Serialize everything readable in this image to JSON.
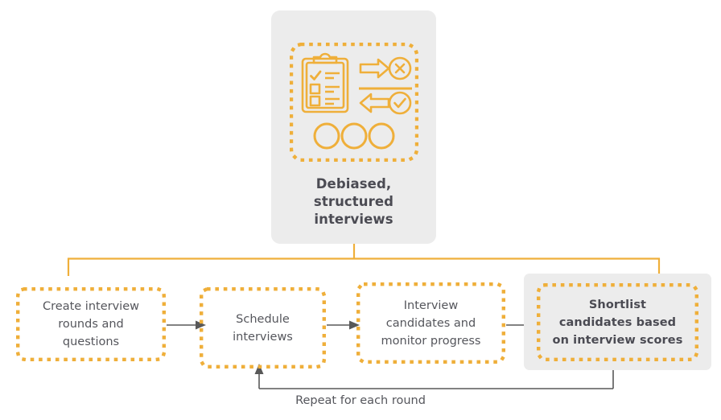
{
  "palette": {
    "orange": "#efaf3a",
    "gray_fill": "#ececec",
    "text_dark": "#4b4b53",
    "text_body": "#55565c",
    "arrow_gray": "#585858",
    "page_bg": "#ffffff"
  },
  "hero": {
    "caption_lines": [
      "Debiased,",
      "structured",
      "interviews"
    ],
    "caption_text": "Debiased, structured interviews",
    "icons": [
      "clipboard-checklist-icon",
      "right-arrow-reject-icon",
      "left-arrow-approve-icon",
      "three-circles-icon"
    ]
  },
  "process": {
    "steps": [
      {
        "id": "create-rounds",
        "lines": [
          "Create interview",
          "rounds and",
          "questions"
        ],
        "text": "Create interview rounds and questions",
        "emphasis": false
      },
      {
        "id": "schedule-interviews",
        "lines": [
          "Schedule",
          "interviews"
        ],
        "text": "Schedule interviews",
        "emphasis": false
      },
      {
        "id": "interview-candidates",
        "lines": [
          "Interview",
          "candidates and",
          "monitor progress"
        ],
        "text": "Interview candidates and monitor progress",
        "emphasis": false
      },
      {
        "id": "shortlist-candidates",
        "lines": [
          "Shortlist",
          "candidates based",
          "on interview scores"
        ],
        "text": "Shortlist candidates based on interview scores",
        "emphasis": true
      }
    ],
    "loop_label": "Repeat for each round"
  }
}
